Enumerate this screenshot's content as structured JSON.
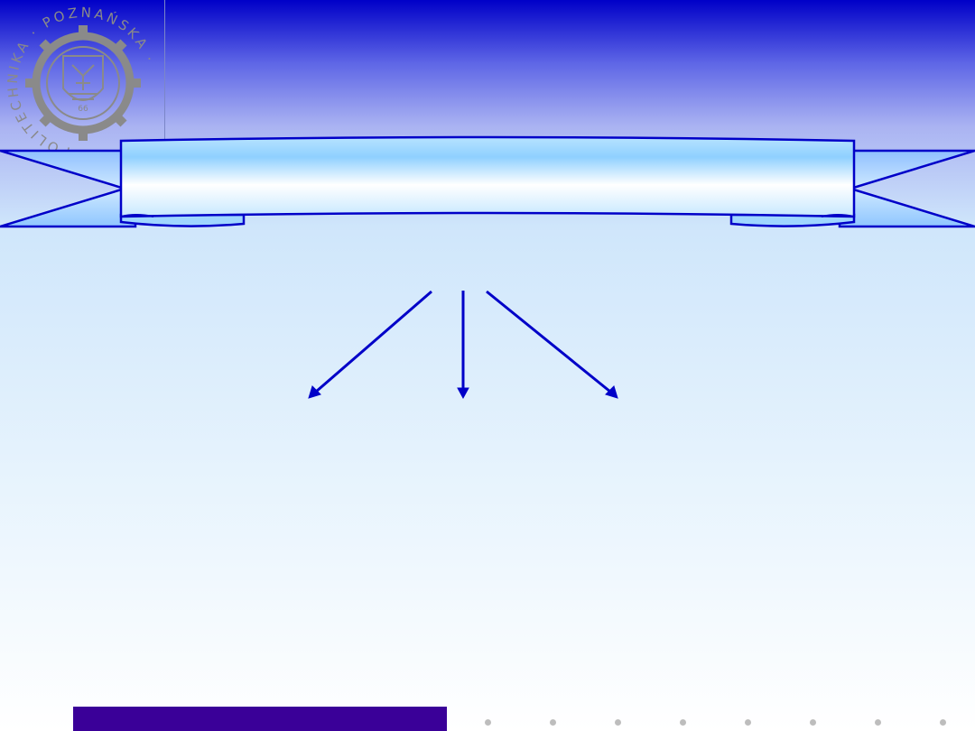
{
  "logo": {
    "ring_text": "POLITECHNIKA · POZNAŃSKA ·",
    "inner_text": "66"
  },
  "banner": {
    "title": "",
    "fill_light": "#ffffff",
    "fill_mid": "#9fd6ff",
    "outline": "#0000c8"
  },
  "arrows": {
    "color": "#0000c8",
    "count": 3
  },
  "footer": {
    "bar_color": "#3a0098",
    "dot_color": "#bdbdbd",
    "dot_count": 8
  }
}
